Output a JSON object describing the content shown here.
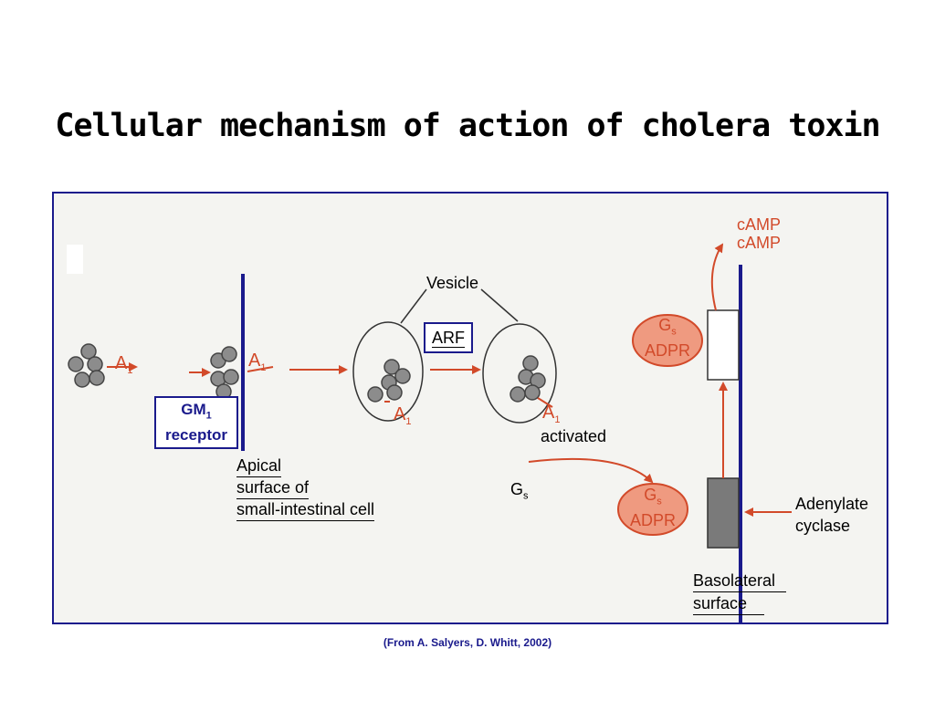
{
  "title": "Cellular mechanism of action of cholera toxin",
  "caption": "(From A. Salyers, D. Whitt, 2002)",
  "diagram": {
    "subunit_a": "A",
    "subunit_sub": "1",
    "gm1_main": "GM",
    "gm1_sub": "1",
    "gm1_line2": "receptor",
    "apical_line1": "Apical",
    "apical_line2": "surface of",
    "apical_line3": "small-intestinal cell",
    "vesicle": "Vesicle",
    "arf": "ARF",
    "activated": "activated",
    "gs_main": "G",
    "gs_sub": "s",
    "adpr": "ADPR",
    "camp1": "cAMP",
    "camp2": "cAMP",
    "adenylate_line1": "Adenylate",
    "adenylate_line2": "cyclase",
    "basolateral_line1": "Basolateral",
    "basolateral_line2": "surface"
  },
  "colors": {
    "frame": "#1a1a8c",
    "accent_red": "#d24a2a",
    "node_fill": "#ef9a80",
    "subunit_grey": "#8c8c8c"
  }
}
